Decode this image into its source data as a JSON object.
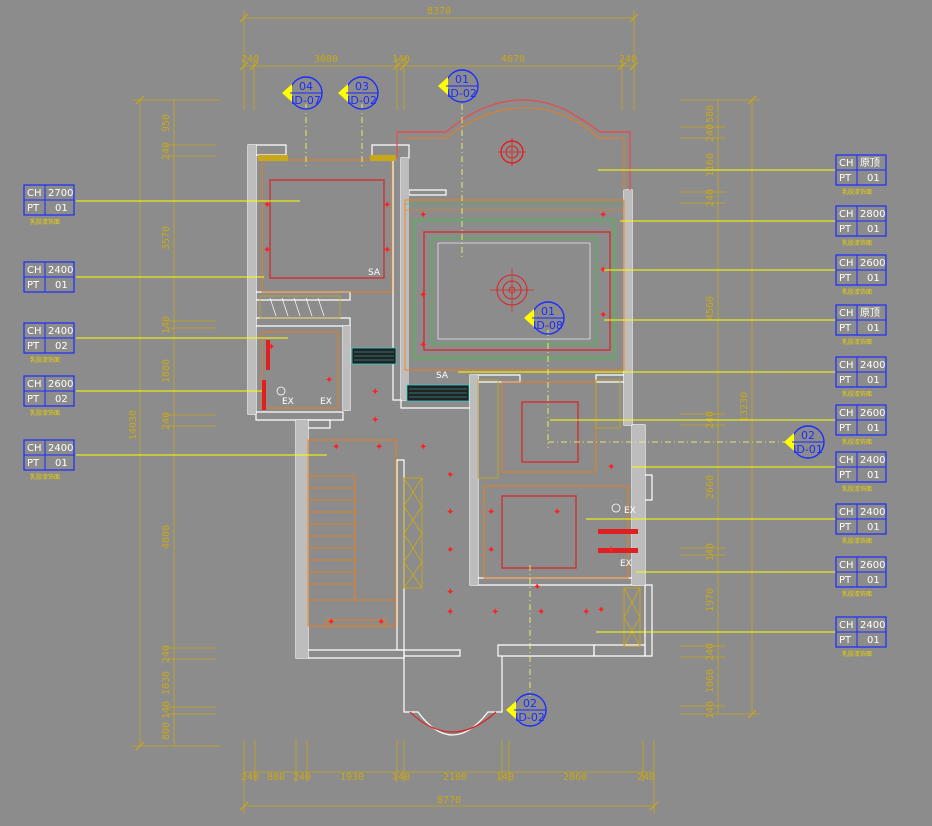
{
  "dimensions": {
    "top_total": "8370",
    "top_segments": [
      "240",
      "3080",
      "140",
      "4670",
      "240"
    ],
    "bottom_total": "8770",
    "bottom_segments": [
      "240",
      "880",
      "240",
      "1930",
      "140",
      "2100",
      "140",
      "2860",
      "240"
    ],
    "left_total": "14030",
    "left_segments": [
      "950",
      "240",
      "3570",
      "140",
      "1880",
      "240",
      "4800",
      "240",
      "1030",
      "140",
      "800"
    ],
    "right_total": "13230",
    "right_segments": [
      "580",
      "240",
      "1160",
      "240",
      "4560",
      "240",
      "2660",
      "140",
      "1970",
      "240",
      "1060",
      "140"
    ]
  },
  "view_tags": [
    {
      "num": "04",
      "ref": "ID-07"
    },
    {
      "num": "03",
      "ref": "ID-02"
    },
    {
      "num": "01",
      "ref": "ID-02"
    },
    {
      "num": "01",
      "ref": "ID-08"
    },
    {
      "num": "02",
      "ref": "ID-01"
    },
    {
      "num": "02",
      "ref": "ID-02"
    }
  ],
  "left_labels": [
    {
      "ch": "2700",
      "pt": "01",
      "note": "乳胶漆饰面"
    },
    {
      "ch": "2400",
      "pt": "01",
      "note": ""
    },
    {
      "ch": "2400",
      "pt": "02",
      "note": "乳胶漆饰面"
    },
    {
      "ch": "2600",
      "pt": "02",
      "note": "乳胶漆饰面"
    },
    {
      "ch": "2400",
      "pt": "01",
      "note": "乳胶漆饰面"
    }
  ],
  "right_labels": [
    {
      "ch": "原顶",
      "pt": "01",
      "note": "乳胶漆饰面"
    },
    {
      "ch": "2800",
      "pt": "01",
      "note": "乳胶漆饰面"
    },
    {
      "ch": "2600",
      "pt": "01",
      "note": "乳胶漆饰面"
    },
    {
      "ch": "原顶",
      "pt": "01",
      "note": "乳胶漆饰面"
    },
    {
      "ch": "2400",
      "pt": "01",
      "note": "乳胶漆饰面"
    },
    {
      "ch": "2600",
      "pt": "01",
      "note": "乳胶漆饰面"
    },
    {
      "ch": "2400",
      "pt": "01",
      "note": "乳胶漆饰面"
    },
    {
      "ch": "2400",
      "pt": "01",
      "note": "乳胶漆饰面"
    },
    {
      "ch": "2600",
      "pt": "01",
      "note": "乳胶漆饰面"
    },
    {
      "ch": "2400",
      "pt": "01",
      "note": "乳胶漆饰面"
    }
  ],
  "field_keys": {
    "ch": "CH",
    "pt": "PT"
  },
  "marks": {
    "ex": "EX",
    "sa": "SA"
  },
  "colors": {
    "background": "#8c8c8c",
    "dimension": "#c9a818",
    "wall": "#ffffff",
    "leader": "#ffff00",
    "tag": "#1a2cff",
    "light": "#ff2020",
    "ceiling_orange": "#ff7a00",
    "ceiling_green": "#33cc33"
  }
}
